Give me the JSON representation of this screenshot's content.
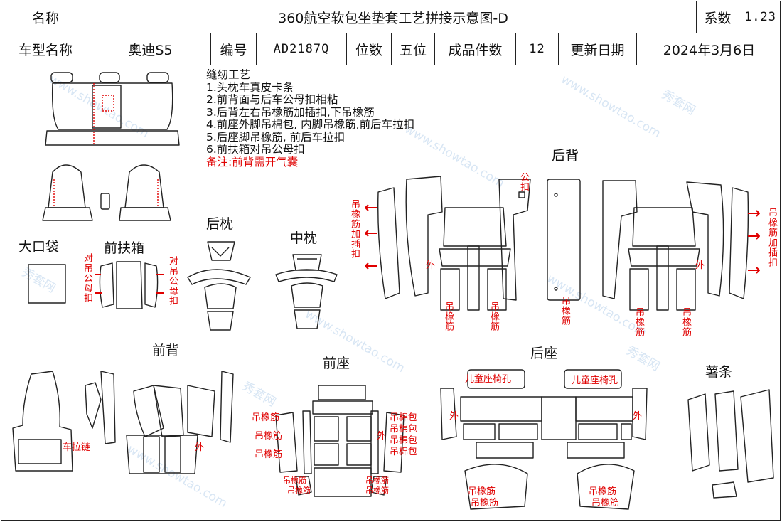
{
  "header": {
    "name_label": "名称",
    "title": "360航空软包坐垫套工艺拼接示意图-D",
    "coef_label": "系数",
    "coef_value": "1.23",
    "model_label": "车型名称",
    "model_value": "奥迪S5",
    "code_label": "编号",
    "code_value": "AD2187Q",
    "seats_label": "位数",
    "seats_value": "五位",
    "pieces_label": "成品件数",
    "pieces_value": "12",
    "update_label": "更新日期",
    "update_value": "2024年3月6日"
  },
  "notes": {
    "heading": "缝纫工艺",
    "items": [
      "1.头枕车真皮卡条",
      "2.前背面与后车公母扣相粘",
      "3.后背左右吊橡筋加插扣,下吊橡筋",
      "4.前座外脚吊棉包, 内脚吊橡筋,前后车拉扣",
      "5.后座脚吊橡筋, 前后车拉扣",
      "6.前扶箱对吊公母扣"
    ],
    "remark": "备注:前背需开气囊"
  },
  "sections": {
    "big_pocket": "大口袋",
    "front_armrest": "前扶箱",
    "rear_headrest": "后枕",
    "middle_headrest": "中枕",
    "rear_back": "后背",
    "front_back": "前背",
    "front_seat": "前座",
    "rear_seat": "后座",
    "strip": "薯条"
  },
  "annotations": {
    "pair_snap": "对吊公母扣",
    "elastic_insert": "吊橡筋加插扣",
    "elastic": "吊橡筋",
    "male_snap": "公扣",
    "outer": "外",
    "zipper": "车拉链",
    "cotton_pack": "吊棉包",
    "child_hole": "儿童座椅孔"
  },
  "watermark": {
    "cn": "秀套网",
    "url": "www.showtao.com"
  },
  "colors": {
    "line": "#222222",
    "annotation_red": "#e00000",
    "watermark": "#cfe0f2"
  }
}
